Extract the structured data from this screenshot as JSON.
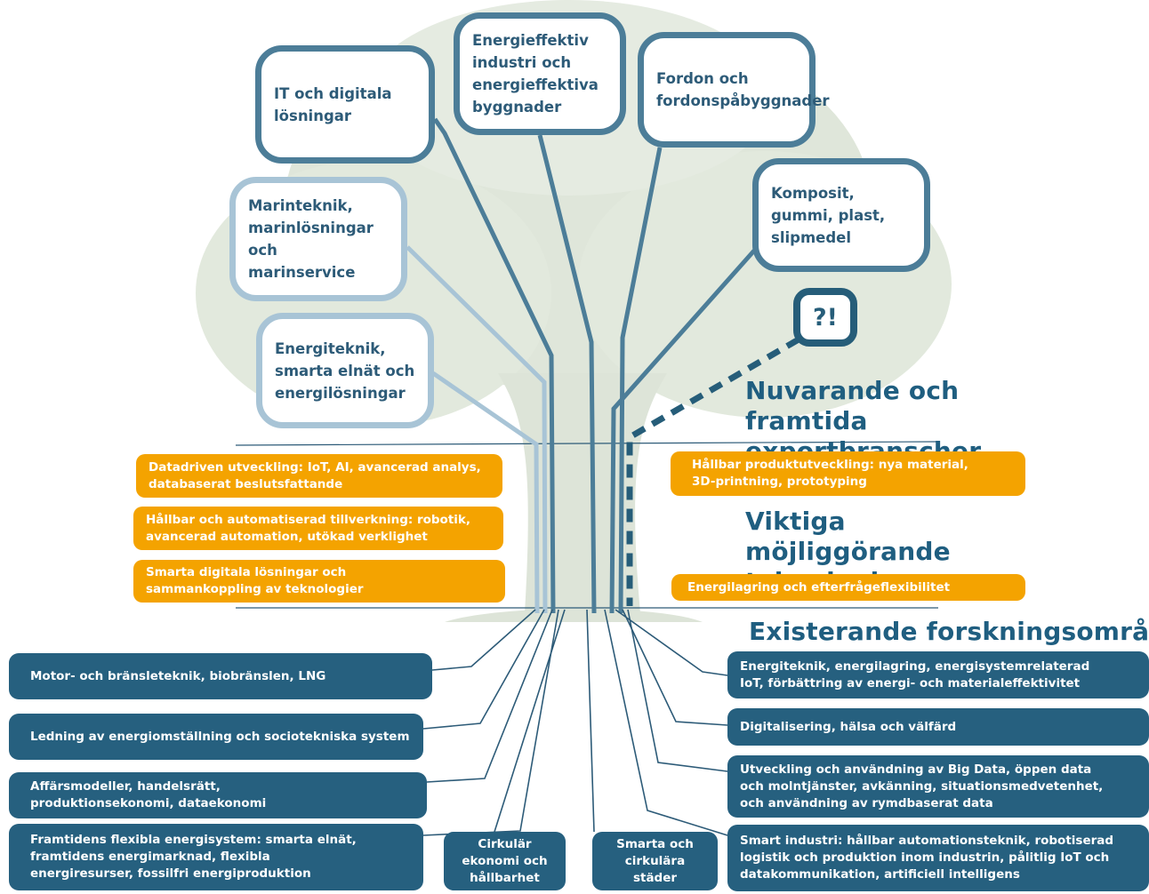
{
  "headings": {
    "export": "Nuvarande och framtida exportbranscher",
    "enabling": "Viktiga möjliggörande teknologier",
    "research": "Existerande forskningsområden"
  },
  "question_box": "?!",
  "export_industries": [
    "IT och digitala lösningar",
    "Energieffektiv industri och energieffektiva byggnader",
    "Fordon och fordonspåbyggnader",
    "Marinteknik, marinlösningar och marinservice",
    "Komposit, gummi, plast, slipmedel",
    "Energiteknik, smarta elnät och energilösningar"
  ],
  "enabling_technologies": [
    "Datadriven utveckling: IoT, AI, avancerad analys, databaserat beslutsfattande",
    "Hållbar och automatiserad tillverkning: robotik, avancerad automation, utökad verklighet",
    "Smarta digitala lösningar och sammankoppling av teknologier",
    "Hållbar produktutveckling: nya material, 3D-printning, prototyping",
    "Energilagring och efterfrågeflexibilitet"
  ],
  "research_areas": [
    "Motor- och bränsleteknik, biobränslen, LNG",
    "Ledning av energiomställning och sociotekniska system",
    "Affärsmodeller, handelsrätt, produktionsekonomi, dataekonomi",
    "Framtidens flexibla energisystem: smarta elnät, framtidens energimarknad, flexibla energiresurser, fossilfri energiproduktion",
    "Cirkulär ekonomi och hållbarhet",
    "Smarta och cirkulära städer",
    "Energiteknik, energilagring, energisystemrelaterad IoT, förbättring av energi- och materialeffektivitet",
    "Digitalisering, hälsa och välfärd",
    "Utveckling och användning av Big Data, öppen data och molntjänster, avkänning, situationsmedvetenhet, och användning av rymdbaserat data",
    "Smart industri: hållbar automationsteknik, robotiserad logistik och produktion inom industrin, pålitlig IoT och datakommunikation, artificiell intelligens"
  ],
  "colors": {
    "bubble_border": "#4c7d98",
    "bubble_border_light": "#a8c4d6",
    "bubble_text": "#2d5b78",
    "enabler": "#f4a300",
    "research": "#26607f",
    "heading": "#1f5e80",
    "tree": "#d6dfd0"
  }
}
